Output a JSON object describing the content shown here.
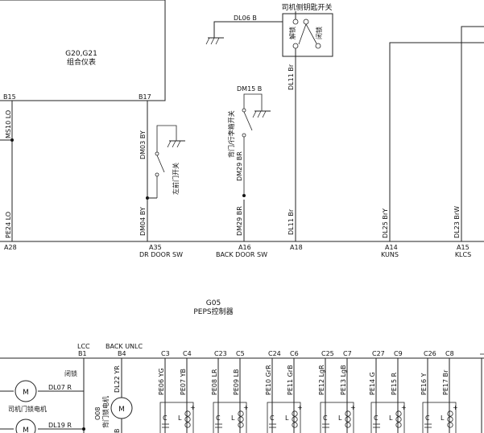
{
  "top_switch": {
    "title": "司机侧钥匙开关",
    "unlock": "解锁",
    "lock": "闭锁",
    "wire_top": "DL06 B",
    "wire_down": "DL11 Br"
  },
  "cluster": {
    "name": "G20,G21",
    "sub": "组合仪表",
    "pin_left": "B15",
    "pin_right": "B17"
  },
  "wires": {
    "ms10": "MS10 LO",
    "dm03": "DM03 BY",
    "dm04": "DM04 BY",
    "dm15": "DM15 B",
    "dm29a": "DM29 BR",
    "dm29b": "DM29 BR",
    "dl11": "DL11 Br",
    "dl25": "DL25 BrY",
    "dl23": "DL23 BrW",
    "pe24": "PE24 LO"
  },
  "switches": {
    "front_door": "左前门开关",
    "back_door": "背门/行李箱开关"
  },
  "pins": {
    "a28": "A28",
    "a35": "A35",
    "a35_name": "DR DOOR SW",
    "a16": "A16",
    "a16_name": "BACK DOOR SW",
    "a18": "A18",
    "a14": "A14",
    "a14_name": "KUNS",
    "a15": "A15",
    "a15_name": "KLCS"
  },
  "peps": {
    "code": "G05",
    "name": "PEPS控制器",
    "lcc": "LCC",
    "b1": "B1",
    "back_unlc": "BACK UNLC",
    "b4": "B4"
  },
  "motors": {
    "lock_label": "闭锁",
    "m": "M",
    "dl07": "DL07 R",
    "door_motor": "司机门锁电机",
    "dl19": "DL19 R",
    "o08": "O08",
    "back_motor": "背门锁电机",
    "dl22": "DL22 YR",
    "b_partial": "B"
  },
  "bottom_connectors": [
    {
      "c1": "C3",
      "c2": "C4",
      "w1": "PE06 YG",
      "w2": "PE07 YB"
    },
    {
      "c1": "C23",
      "c2": "C5",
      "w1": "PE08 LR",
      "w2": "PE09 LB"
    },
    {
      "c1": "C24",
      "c2": "C6",
      "w1": "PE10 GrR",
      "w2": "PE11 GrB"
    },
    {
      "c1": "C25",
      "c2": "C7",
      "w1": "PE12 LgR",
      "w2": "PE13 LgB"
    },
    {
      "c1": "C27",
      "c2": "C9",
      "w1": "PE14 G",
      "w2": "PE15 R"
    },
    {
      "c1": "C26",
      "c2": "C8",
      "w1": "PE16 Y",
      "w2": "PE17 Br"
    }
  ],
  "coil": {
    "c": "C",
    "l": "L"
  }
}
